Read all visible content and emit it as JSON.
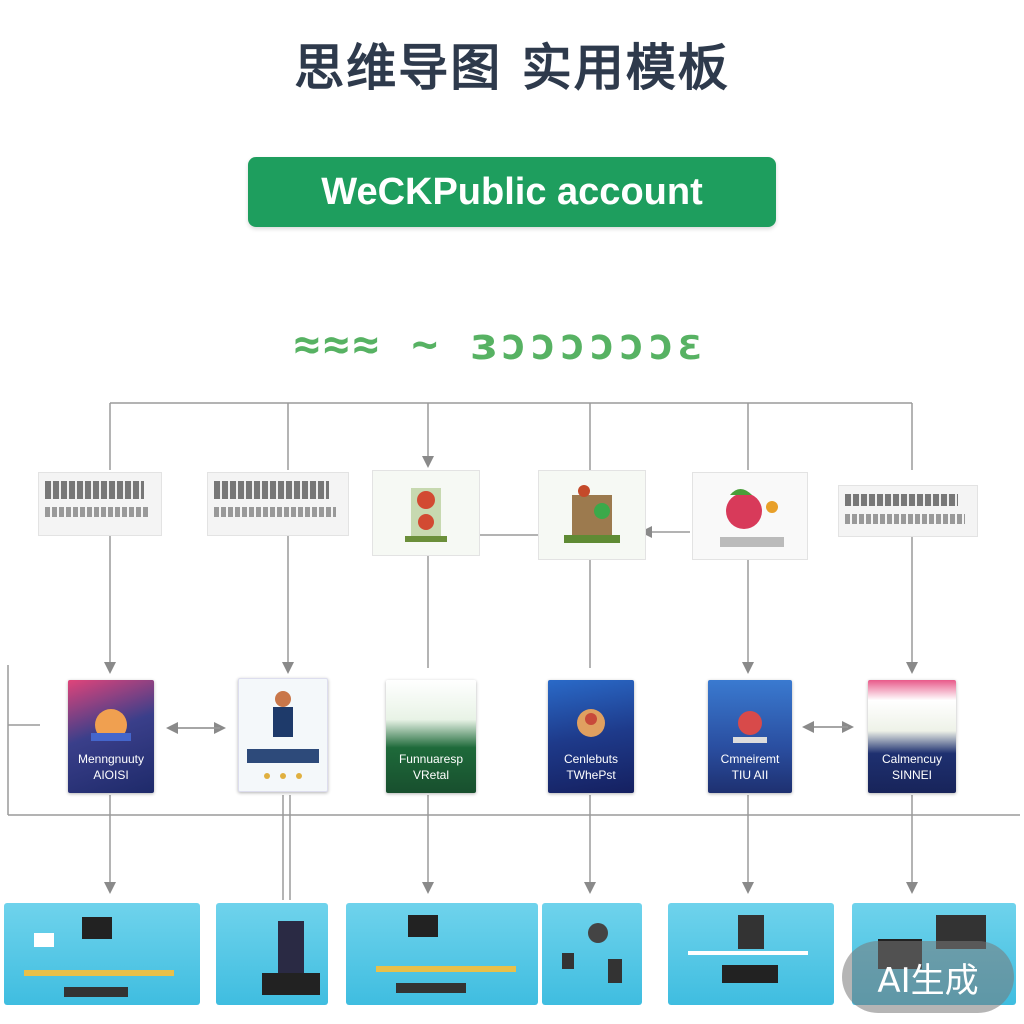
{
  "header": {
    "title": "思维导图 实用模板",
    "account_banner": "WeCKPublic account",
    "subtitle": "≈≈≈ ~ ɜɔɔɔɔɔɔɛ"
  },
  "row2_cards": [
    {
      "caption_line1": "Menngnuuty",
      "caption_line2": "AIOISI"
    },
    {
      "caption_line1": "",
      "caption_line2": ""
    },
    {
      "caption_line1": "Funnuaresp",
      "caption_line2": "VRetal"
    },
    {
      "caption_line1": "Cenlebuts",
      "caption_line2": "TWhePst"
    },
    {
      "caption_line1": "Cmneiremt",
      "caption_line2": "TIU AII"
    },
    {
      "caption_line1": "Calmencuy",
      "caption_line2": "SINNEI"
    }
  ],
  "badge": {
    "label": "AI生成"
  },
  "colors": {
    "banner": "#1e9e5e",
    "title": "#2e3a4c",
    "panel": "#4cc5e4"
  }
}
